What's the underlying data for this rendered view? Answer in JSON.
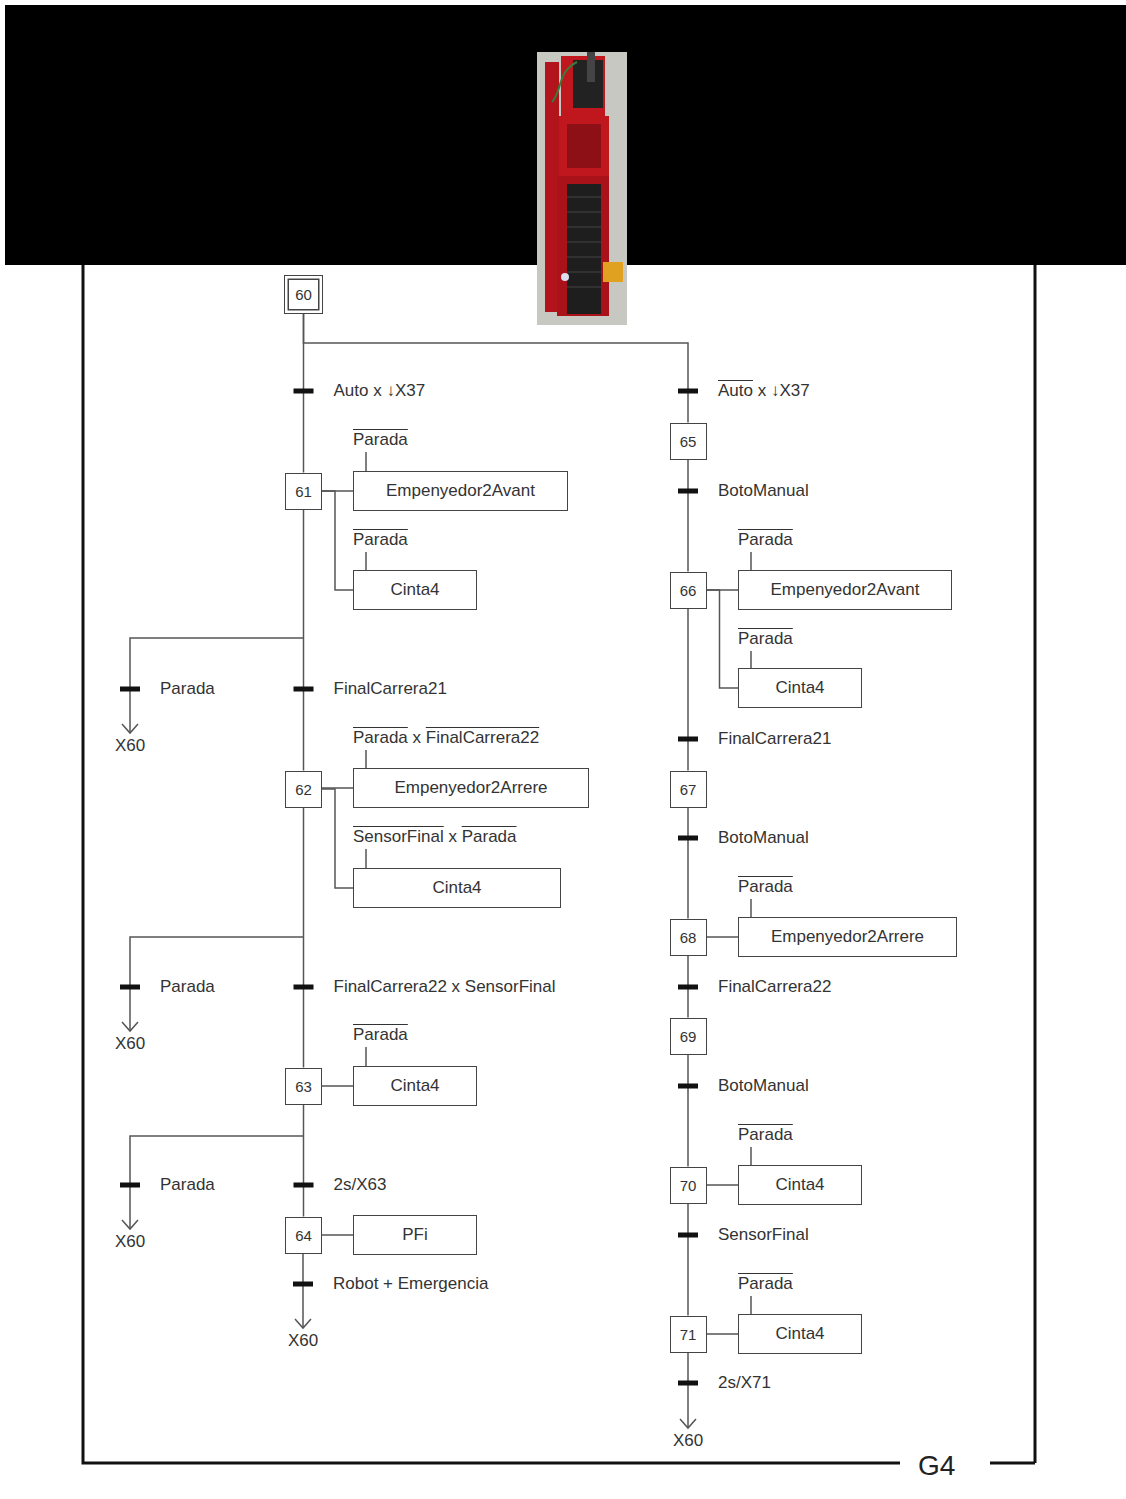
{
  "diagram": {
    "nodes": [
      {
        "text": [
          "60"
        ]
      },
      {
        "text": [
          "61"
        ]
      },
      {
        "text": [
          "Empenyedor2Avant"
        ]
      },
      {
        "text": [
          "Cinta4"
        ]
      },
      {
        "text": [
          "62"
        ]
      },
      {
        "text": [
          "Empenyedor2Arrere"
        ]
      },
      {
        "text": [
          "Cinta4"
        ]
      },
      {
        "text": [
          "63"
        ]
      },
      {
        "text": [
          "Cinta4"
        ]
      },
      {
        "text": [
          "64"
        ]
      },
      {
        "text": [
          "PFi"
        ]
      },
      {
        "text": [
          "65"
        ]
      },
      {
        "text": [
          "66"
        ]
      },
      {
        "text": [
          "Empenyedor2Avant"
        ]
      },
      {
        "text": [
          "Cinta4"
        ]
      },
      {
        "text": [
          "67"
        ]
      },
      {
        "text": [
          "68"
        ]
      },
      {
        "text": [
          "Empenyedor2Arrere"
        ]
      },
      {
        "text": [
          "69"
        ]
      },
      {
        "text": [
          "70"
        ]
      },
      {
        "text": [
          "Cinta4"
        ]
      },
      {
        "text": [
          "71"
        ]
      },
      {
        "text": [
          "Cinta4"
        ]
      }
    ],
    "edges": [
      {
        "from": 0,
        "to": 1,
        "arrow": "none",
        "label": "Auto x ↓X37"
      },
      {
        "from": 0,
        "to": 11,
        "arrow": "none",
        "label": "Auto x ↓X37"
      },
      {
        "from": 1,
        "to": 2,
        "arrow": "none"
      },
      {
        "from": 1,
        "to": 3,
        "arrow": "none"
      },
      {
        "from": 1,
        "to": 4,
        "arrow": "none",
        "label": "FinalCarrera21"
      },
      {
        "from": 4,
        "to": 5,
        "arrow": "none"
      },
      {
        "from": 4,
        "to": 6,
        "arrow": "none"
      },
      {
        "from": 4,
        "to": 7,
        "arrow": "none",
        "label": "FinalCarrera22 x SensorFinal"
      },
      {
        "from": 7,
        "to": 8,
        "arrow": "none"
      },
      {
        "from": 7,
        "to": 9,
        "arrow": "none",
        "label": "2s/X63"
      },
      {
        "from": 9,
        "to": 10,
        "arrow": "none"
      },
      {
        "from": 11,
        "to": 12,
        "arrow": "none",
        "label": "BotoManual"
      },
      {
        "from": 12,
        "to": 13,
        "arrow": "none"
      },
      {
        "from": 12,
        "to": 14,
        "arrow": "none"
      },
      {
        "from": 12,
        "to": 15,
        "arrow": "none",
        "label": "FinalCarrera21"
      },
      {
        "from": 15,
        "to": 16,
        "arrow": "none",
        "label": "BotoManual"
      },
      {
        "from": 16,
        "to": 17,
        "arrow": "none"
      },
      {
        "from": 16,
        "to": 18,
        "arrow": "none",
        "label": "FinalCarrera22"
      },
      {
        "from": 18,
        "to": 19,
        "arrow": "none",
        "label": "BotoManual"
      },
      {
        "from": 19,
        "to": 20,
        "arrow": "none"
      },
      {
        "from": 19,
        "to": 21,
        "arrow": "none",
        "label": "SensorFinal"
      },
      {
        "from": 21,
        "to": 22,
        "arrow": "none"
      }
    ],
    "labels": [
      "Parada",
      "Parada",
      "Parada x FinalCarrera22",
      "SensorFinal x Parada",
      "Parada",
      "Parada",
      "Parada",
      "Parada",
      "Parada",
      "Parada",
      "Parada",
      "X60",
      "Parada",
      "X60",
      "Parada",
      "X60",
      "Robot + Emergencia",
      "X60",
      "2s/X71",
      "X60",
      "G4"
    ]
  }
}
